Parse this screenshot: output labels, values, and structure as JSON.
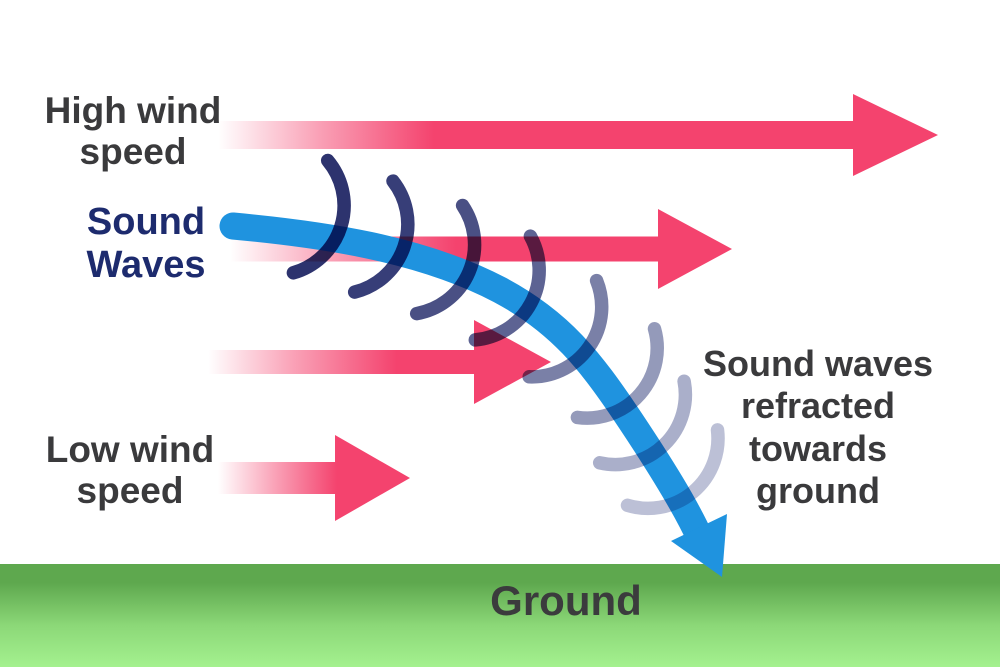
{
  "title": "Sound wave refraction by wind gradient diagram",
  "labels": {
    "high_wind": {
      "text": "High wind\nspeed",
      "color": "#3a3a3c"
    },
    "sound_waves": {
      "text": "Sound\nWaves",
      "color": "#1d2b6e"
    },
    "low_wind": {
      "text": "Low wind\nspeed",
      "color": "#3a3a3c"
    },
    "refracted": {
      "text": "Sound waves\nrefracted\ntowards\nground",
      "color": "#3a3a3c"
    },
    "ground": {
      "text": "Ground",
      "color": "#3b3b3d"
    }
  },
  "colors": {
    "wind_arrow": "#f4436e",
    "sound_ray": "#1f93df",
    "ground_top": "#5ea84e",
    "ground_mid": "#8cd878",
    "ground_bottom": "#a4f18f"
  },
  "wind_arrows": [
    {
      "name": "high-wind-arrow",
      "relative_length": "longest"
    },
    {
      "name": "upper-middle-wind-arrow",
      "relative_length": "long"
    },
    {
      "name": "lower-middle-wind-arrow",
      "relative_length": "short"
    },
    {
      "name": "low-wind-arrow",
      "relative_length": "shortest"
    }
  ],
  "wavefronts": [
    {
      "color": "#1b2161"
    },
    {
      "color": "#262d6c"
    },
    {
      "color": "#3a4179"
    },
    {
      "color": "#4f568a"
    },
    {
      "color": "#6f75a0"
    },
    {
      "color": "#8b91b4"
    },
    {
      "color": "#a3a8c6"
    },
    {
      "color": "#b6bbd3"
    }
  ]
}
